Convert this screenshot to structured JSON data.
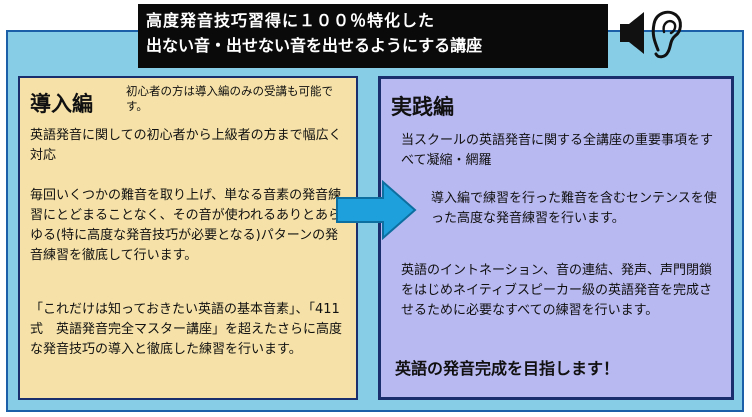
{
  "title": {
    "line1": "高度発音技巧習得に１００％特化した",
    "line2": "出ない音・出せない音を出せるようにする講座"
  },
  "icons": {
    "speaker": "speaker-icon",
    "ear": "ear-icon",
    "arrow": "right-arrow-icon"
  },
  "colors": {
    "frame_bg": "#87cde6",
    "frame_border": "#1a5fa8",
    "left_card": "#f6e2a8",
    "right_card": "#b9b9f2",
    "arrow": "#1ea0dc",
    "title_bg": "#0a0a0a"
  },
  "left": {
    "heading": "導入編",
    "note": "初心者の方は導入編のみの受講も可能です。",
    "p1": "英語発音に関しての初心者から上級者の方まで幅広く対応",
    "p2": "毎回いくつかの難音を取り上げ、単なる音素の発音練習にとどまることなく、その音が使われるありとあらゆる(特に高度な発音技巧が必要となる)パターンの発音練習を徹底して行います。",
    "p3": "「これだけは知っておきたい英語の基本音素」、「411式　英語発音完全マスター講座」を超えたさらに高度な発音技巧の導入と徹底した練習を行います。"
  },
  "right": {
    "heading": "実践編",
    "p1": "当スクールの英語発音に関する全講座の重要事項をすべて凝縮・網羅",
    "p2": "導入編で練習を行った難音を含むセンテンスを使った高度な発音練習を行います。",
    "p3": "英語のイントネーション、音の連結、発声、声門閉鎖をはじめネイティブスピーカー級の英語発音を完成させるために必要なすべての練習を行います。",
    "closing": "英語の発音完成を目指します！"
  }
}
